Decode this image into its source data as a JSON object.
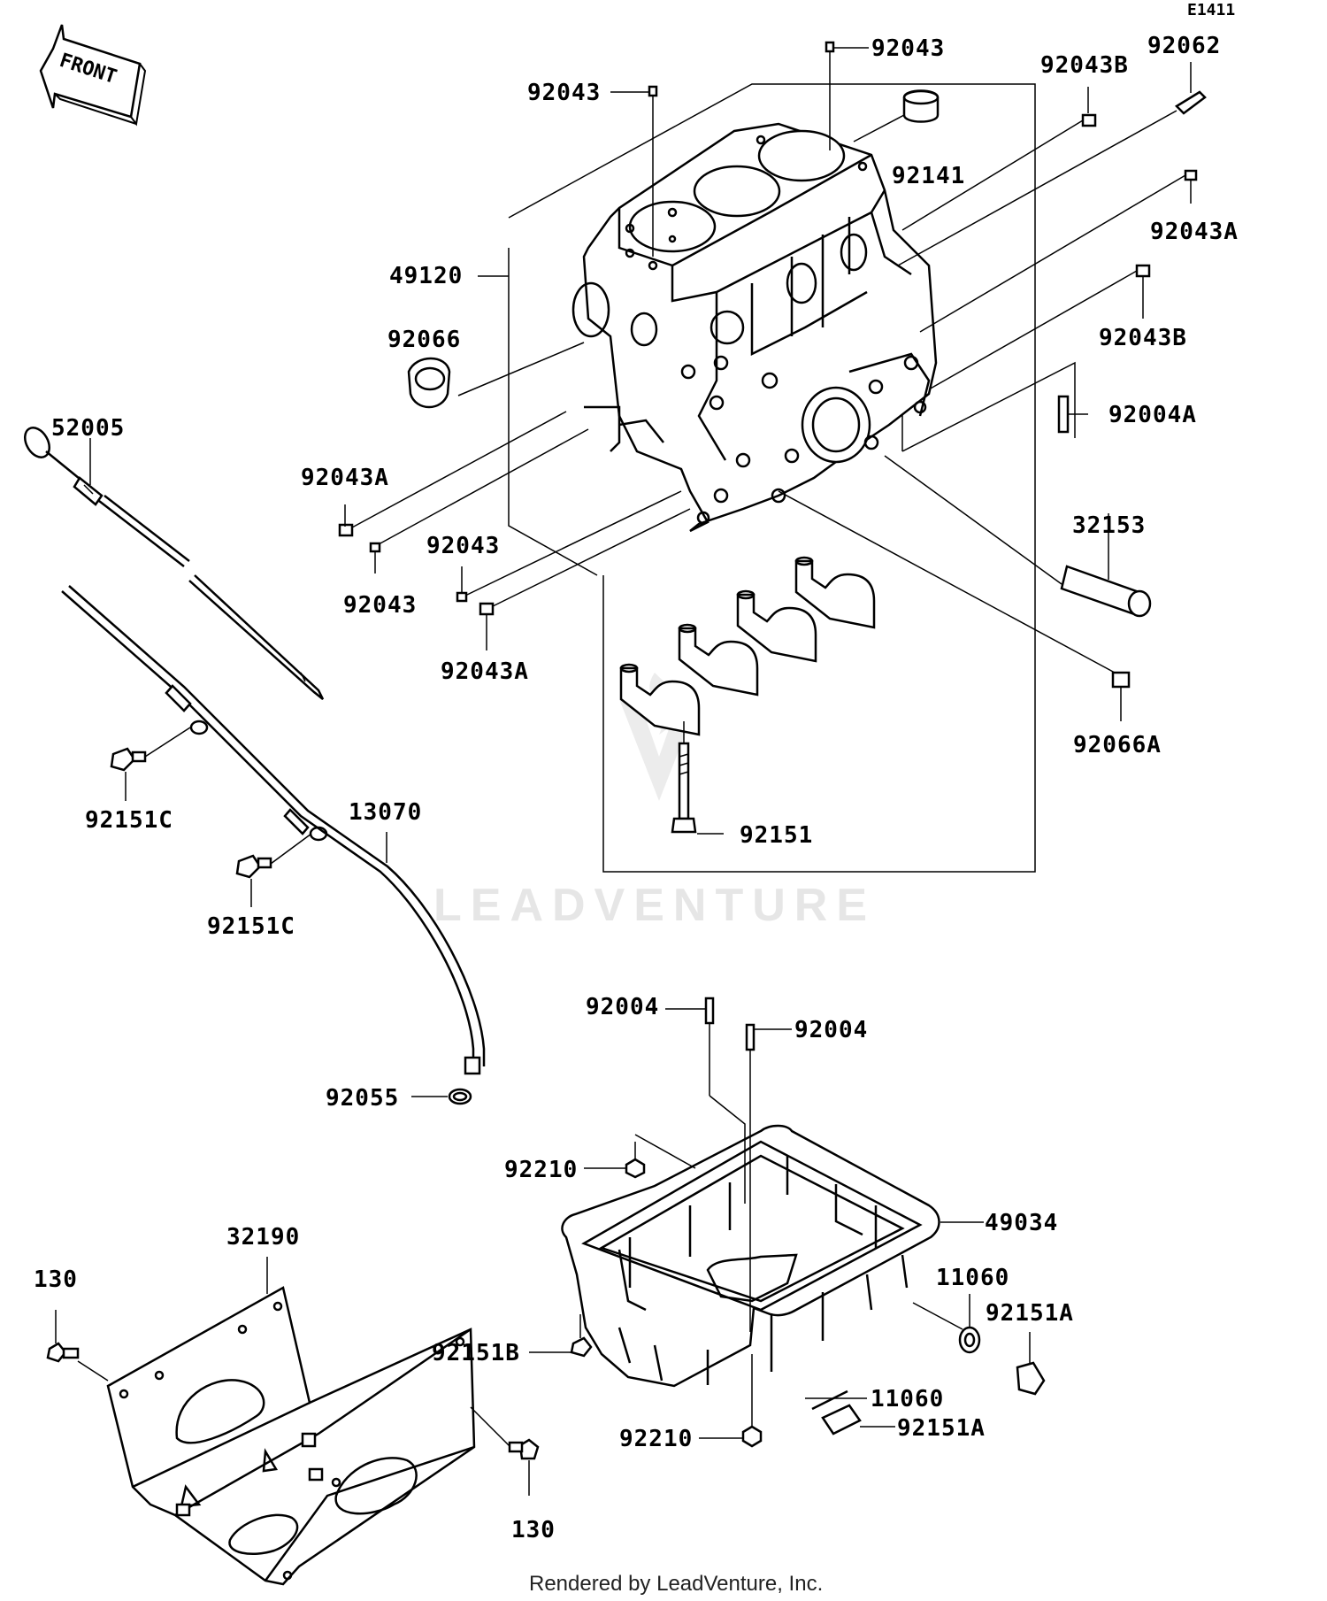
{
  "diagram": {
    "code": "E1411",
    "front_label": "FRONT",
    "watermark": "LEADVENTURE",
    "footer": "Rendered by LeadVenture, Inc.",
    "labels": [
      {
        "id": "l01",
        "text": "92043"
      },
      {
        "id": "l02",
        "text": "92043"
      },
      {
        "id": "l03",
        "text": "92043B"
      },
      {
        "id": "l04",
        "text": "92062"
      },
      {
        "id": "l05",
        "text": "92141"
      },
      {
        "id": "l06",
        "text": "92043A"
      },
      {
        "id": "l07",
        "text": "49120"
      },
      {
        "id": "l08",
        "text": "92066"
      },
      {
        "id": "l09",
        "text": "92043B"
      },
      {
        "id": "l10",
        "text": "92004A"
      },
      {
        "id": "l11",
        "text": "52005"
      },
      {
        "id": "l12",
        "text": "92043A"
      },
      {
        "id": "l13",
        "text": "32153"
      },
      {
        "id": "l14",
        "text": "92043"
      },
      {
        "id": "l15",
        "text": "92043"
      },
      {
        "id": "l16",
        "text": "92043A"
      },
      {
        "id": "l17",
        "text": "92066A"
      },
      {
        "id": "l18",
        "text": "92151C"
      },
      {
        "id": "l19",
        "text": "13070"
      },
      {
        "id": "l20",
        "text": "92151"
      },
      {
        "id": "l21",
        "text": "92151C"
      },
      {
        "id": "l22",
        "text": "92004"
      },
      {
        "id": "l23",
        "text": "92004"
      },
      {
        "id": "l24",
        "text": "92055"
      },
      {
        "id": "l25",
        "text": "92210"
      },
      {
        "id": "l26",
        "text": "49034"
      },
      {
        "id": "l27",
        "text": "32190"
      },
      {
        "id": "l28",
        "text": "11060"
      },
      {
        "id": "l29",
        "text": "130"
      },
      {
        "id": "l30",
        "text": "92151A"
      },
      {
        "id": "l31",
        "text": "92151B"
      },
      {
        "id": "l32",
        "text": "11060"
      },
      {
        "id": "l33",
        "text": "92210"
      },
      {
        "id": "l34",
        "text": "92151A"
      },
      {
        "id": "l35",
        "text": "130"
      }
    ]
  }
}
